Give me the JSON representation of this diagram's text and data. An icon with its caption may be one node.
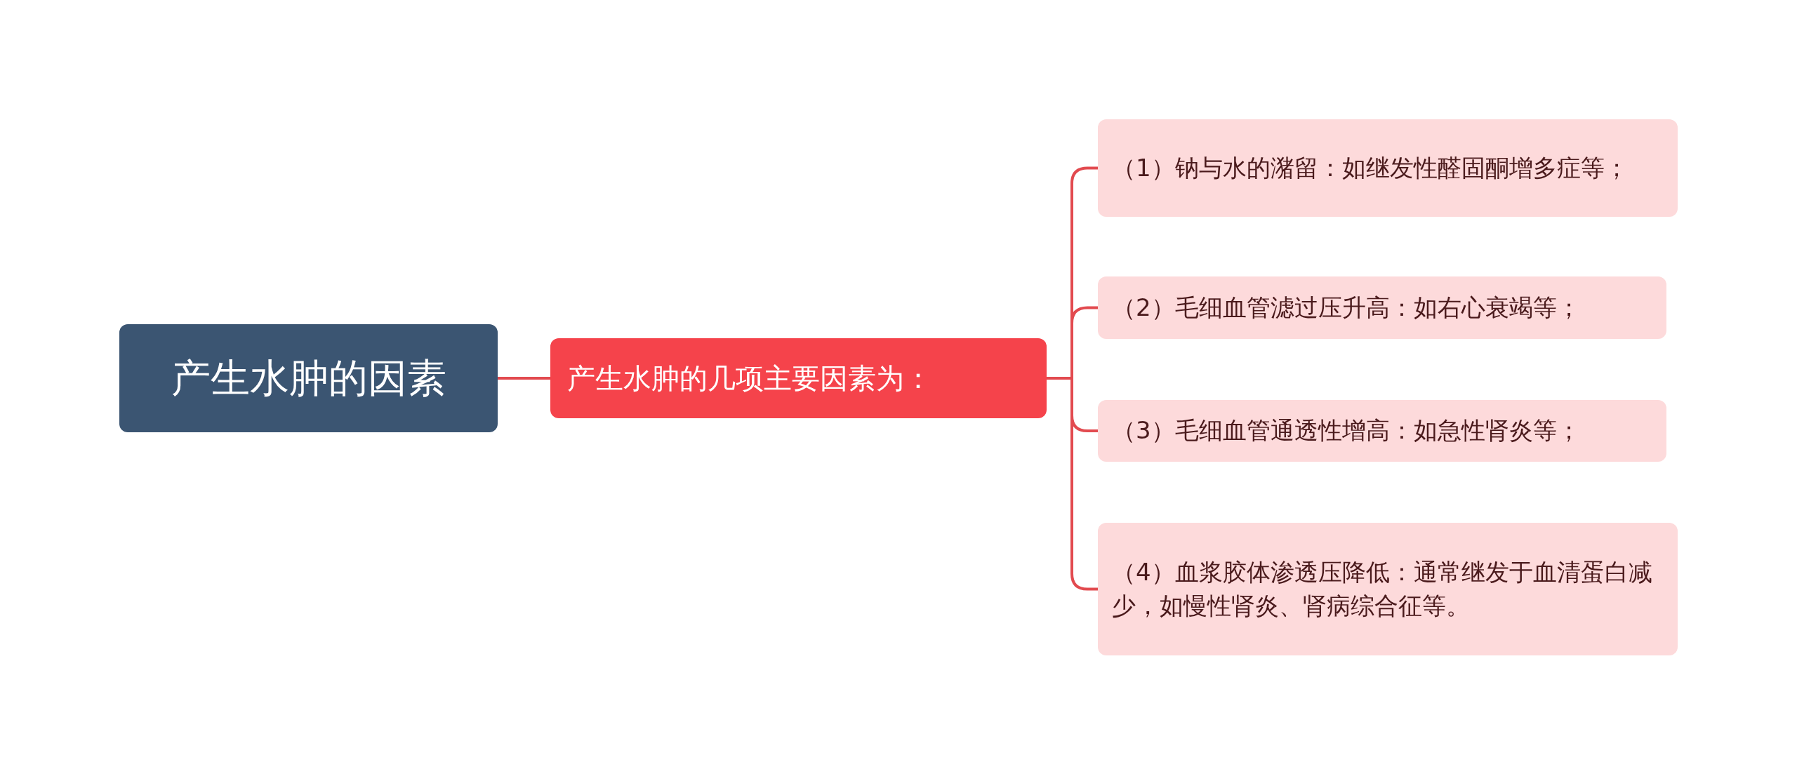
{
  "diagram": {
    "nodes": [
      {
        "text": [
          "产生水肿的因素"
        ]
      },
      {
        "text": [
          "产生水肿的几项主要因素为："
        ]
      },
      {
        "text": [
          "（1）钠与水的潴留：如继发性醛固酮增多症等；"
        ]
      },
      {
        "text": [
          "（2）毛细血管滤过压升高：如右心衰竭等；"
        ]
      },
      {
        "text": [
          "（3）毛细血管通透性增高：如急性肾炎等；"
        ]
      },
      {
        "text": [
          "（4）血浆胶体渗透压降低：通常继发于血清蛋白减少，如慢性肾炎、肾病综合征等。"
        ]
      }
    ],
    "edges": [
      {
        "from": 0,
        "to": 1,
        "arrow": "none"
      },
      {
        "from": 1,
        "to": 2,
        "arrow": "none"
      },
      {
        "from": 1,
        "to": 3,
        "arrow": "none"
      },
      {
        "from": 1,
        "to": 4,
        "arrow": "none"
      },
      {
        "from": 1,
        "to": 5,
        "arrow": "none"
      }
    ]
  }
}
